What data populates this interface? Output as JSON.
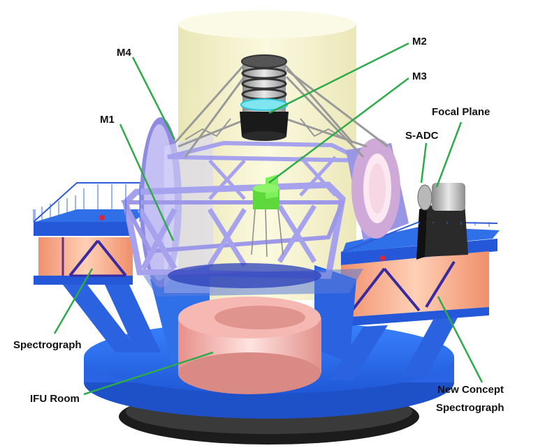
{
  "labels": {
    "m4": "M4",
    "m2": "M2",
    "m3": "M3",
    "m1": "M1",
    "focal_plane": "Focal Plane",
    "s_adc": "S-ADC",
    "spectrograph": "Spectrograph",
    "ifu_room": "IFU Room",
    "new_concept_line1": "New Concept",
    "new_concept_line2": "Spectrograph"
  },
  "colors": {
    "leader_line": "#2eaa4a",
    "base_blue": "#2f6fe8",
    "frame_lavender": "#a9a6ef",
    "enclosure_cream": "#f4f1c4",
    "ifu_pink": "#f2a9a3",
    "room_orange": "#f3a27c",
    "m3_green": "#6fe24b",
    "mount_black": "#1a1a1a"
  }
}
